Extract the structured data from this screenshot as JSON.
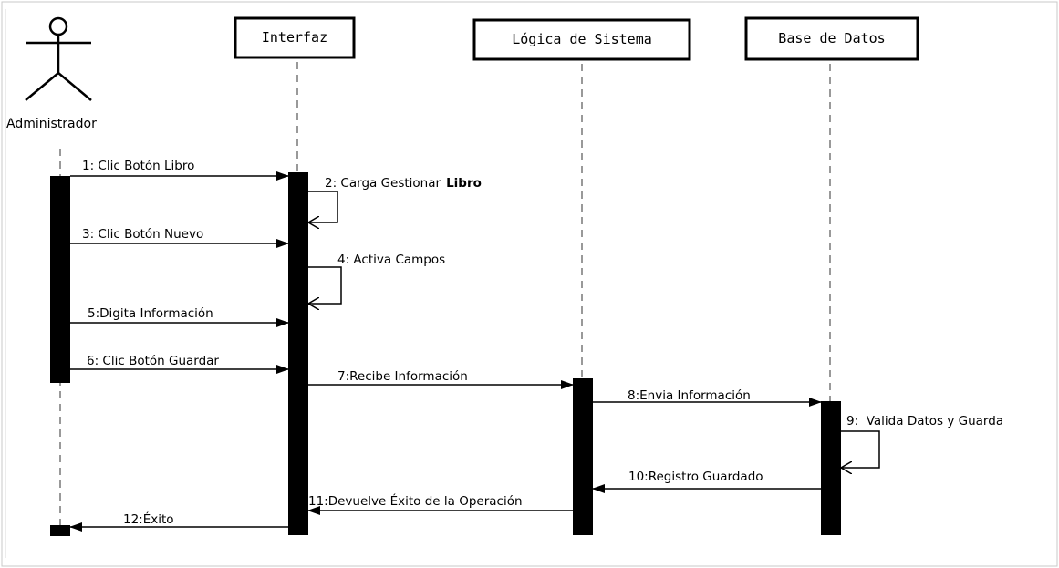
{
  "diagram": {
    "actor": {
      "label": "Administrador"
    },
    "participants": [
      {
        "id": "interfaz",
        "label": "Interfaz"
      },
      {
        "id": "logica",
        "label": "Lógica de Sistema"
      },
      {
        "id": "base",
        "label": "Base de Datos"
      }
    ],
    "messages": [
      {
        "label": "1: Clic Botón Libro"
      },
      {
        "label": "2: Carga Gestionar",
        "label_bold": "Libro"
      },
      {
        "label": "3: Clic Botón Nuevo"
      },
      {
        "label": "4: Activa Campos"
      },
      {
        "label": "5:Digita Información"
      },
      {
        "label": "6: Clic Botón Guardar"
      },
      {
        "label": "7:Recibe Información"
      },
      {
        "label": "8:Envia Información"
      },
      {
        "label": "9:  Valida Datos y Guarda"
      },
      {
        "label": "10:Registro Guardado"
      },
      {
        "label": "11:Devuelve Éxito de la Operación"
      },
      {
        "label": "12:Éxito"
      }
    ]
  }
}
